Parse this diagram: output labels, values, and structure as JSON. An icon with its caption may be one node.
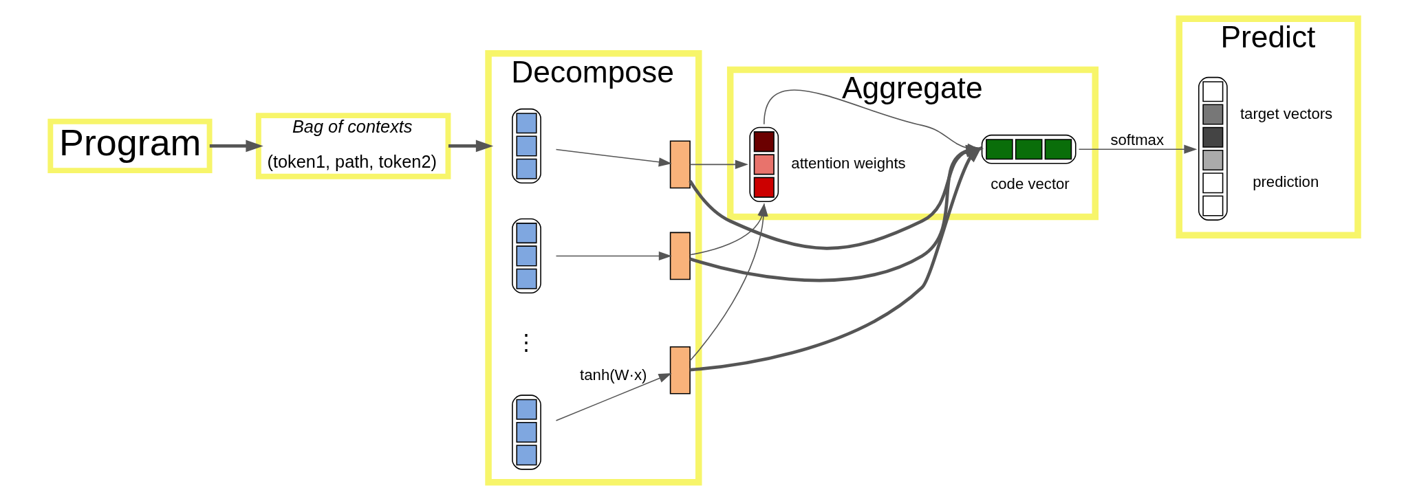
{
  "diagram": {
    "nodes": [
      {
        "text": [
          "Program"
        ]
      },
      {
        "text": [
          "Bag of contexts",
          "(token1, path, token2)"
        ]
      },
      {
        "text": [
          "Decompose"
        ]
      },
      {
        "text": [],
        "shape": "bar",
        "in": 2
      },
      {
        "text": [],
        "shape": "box",
        "in": 2
      },
      {
        "text": [],
        "shape": "bar",
        "in": 2
      },
      {
        "text": [],
        "shape": "box",
        "in": 2
      },
      {
        "text": [],
        "shape": "bar",
        "in": 2
      },
      {
        "text": [],
        "shape": "box",
        "in": 2
      },
      {
        "text": [
          "Aggregate"
        ]
      },
      {
        "text": [],
        "shape": "bar",
        "in": 9,
        "beside": [
          "attention weights"
        ]
      },
      {
        "text": [],
        "shape": "bar",
        "in": 9,
        "beside": [
          "code vector"
        ]
      },
      {
        "text": [
          "Predict"
        ]
      },
      {
        "text": [],
        "shape": "bar",
        "in": 12,
        "beside": [
          "target vectors",
          "prediction"
        ]
      }
    ],
    "edges": [
      {
        "from": 0,
        "to": 1,
        "arrow": "to",
        "style": "thick"
      },
      {
        "from": 1,
        "to": 2,
        "arrow": "to",
        "style": "thick"
      },
      {
        "from": 3,
        "to": 4,
        "arrow": "to"
      },
      {
        "from": 5,
        "to": 6,
        "arrow": "to"
      },
      {
        "from": 7,
        "to": 8,
        "arrow": "to",
        "label": "tanh(W·x)"
      },
      {
        "from": 4,
        "to": 10,
        "arrow": "to"
      },
      {
        "from": 6,
        "to": 10,
        "arrow": "to"
      },
      {
        "from": 8,
        "to": 10,
        "arrow": "to"
      },
      {
        "from": 4,
        "to": 11,
        "arrow": "to",
        "style": "thick"
      },
      {
        "from": 6,
        "to": 11,
        "arrow": "to",
        "style": "thick"
      },
      {
        "from": 8,
        "to": 11,
        "arrow": "to",
        "style": "thick"
      },
      {
        "from": 10,
        "to": 11,
        "arrow": "to"
      },
      {
        "from": 11,
        "to": 13,
        "arrow": "to",
        "label": "softmax"
      }
    ],
    "labels": [
      "⋮"
    ]
  }
}
